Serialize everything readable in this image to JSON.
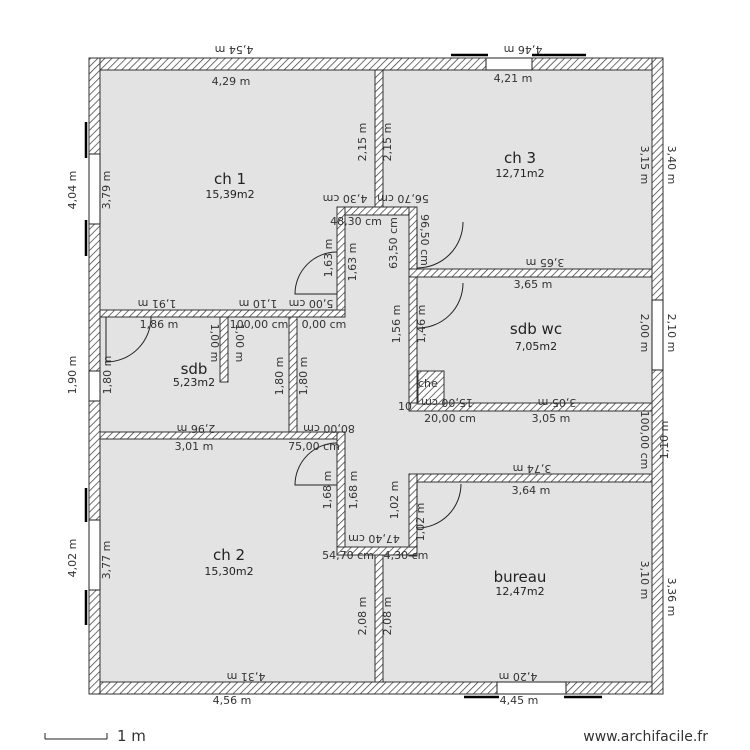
{
  "rooms": [
    {
      "name": "ch 1",
      "area": "15,39m2"
    },
    {
      "name": "ch 3",
      "area": "12,71m2"
    },
    {
      "name": "sdb wc",
      "area": "7,05m2"
    },
    {
      "name": "sdb",
      "area": "5,23m2"
    },
    {
      "name": "ch 2",
      "area": "15,30m2"
    },
    {
      "name": "bureau",
      "area": "12,47m2"
    },
    {
      "name": "che",
      "area": ""
    }
  ],
  "dims": {
    "d_454": "4,54 m",
    "d_429": "4,29 m",
    "d_446": "4,46 m",
    "d_421": "4,21 m",
    "d_215a": "2,15 m",
    "d_215b": "2,15 m",
    "d_404": "4,04 m",
    "d_379": "3,79 m",
    "d_315": "3,15 m",
    "d_340": "3,40 m",
    "d_5670": "56,70 cm",
    "d_4130": "4,30 cm",
    "d_4830": "48,30 cm",
    "d_9650": "96,50 cm",
    "d_6350": "63,50 cm",
    "d_163a": "1,63 m",
    "d_163b": "1,63 m",
    "d_365r": "3,65 m",
    "d_365": "3,65 m",
    "d_191": "1,91 m",
    "d_110": "1,10 m",
    "d_500": "5,00 cm",
    "d_186": "1,86 m",
    "d_10000": "100,00 cm",
    "d_000": "0,00 cm",
    "d_156": "1,56 m",
    "d_146": "1,46 m",
    "d_200": "2,00 m",
    "d_210": "2,10 m",
    "d_190": "1,90 m",
    "d_180a": "1,80 m",
    "d_100a": "1,00 m",
    "d_100b": "1,00 m",
    "d_180b": "1,80 m",
    "d_180c": "1,80 m",
    "d_1500": "15,00 cm",
    "d_305r": "3,05 m",
    "d_2000": "20,00 cm",
    "d_305": "3,05 m",
    "d_10": "10",
    "d_296": "2,96 m",
    "d_301": "3,01 m",
    "d_8000": "80,00 cm",
    "d_7500": "75,00 cm",
    "d_100c": "100,00 cm",
    "d_110v": "1,10 m",
    "d_374": "3,74 m",
    "d_364": "3,64 m",
    "d_168a": "1,68 m",
    "d_168b": "1,68 m",
    "d_102a": "1,02 m",
    "d_102b": "1,02 m",
    "d_4740": "47,40 cm",
    "d_5470": "54,70 cm",
    "d_430b": "4,30 cm",
    "d_402": "4,02 m",
    "d_377": "3,77 m",
    "d_310": "3,10 m",
    "d_336": "3,36 m",
    "d_208a": "2,08 m",
    "d_208b": "2,08 m",
    "d_431": "4,31 m",
    "d_456": "4,56 m",
    "d_420": "4,20 m",
    "d_445": "4,45 m"
  },
  "footer": {
    "scale": "1 m",
    "credit": "www.archifacile.fr"
  }
}
